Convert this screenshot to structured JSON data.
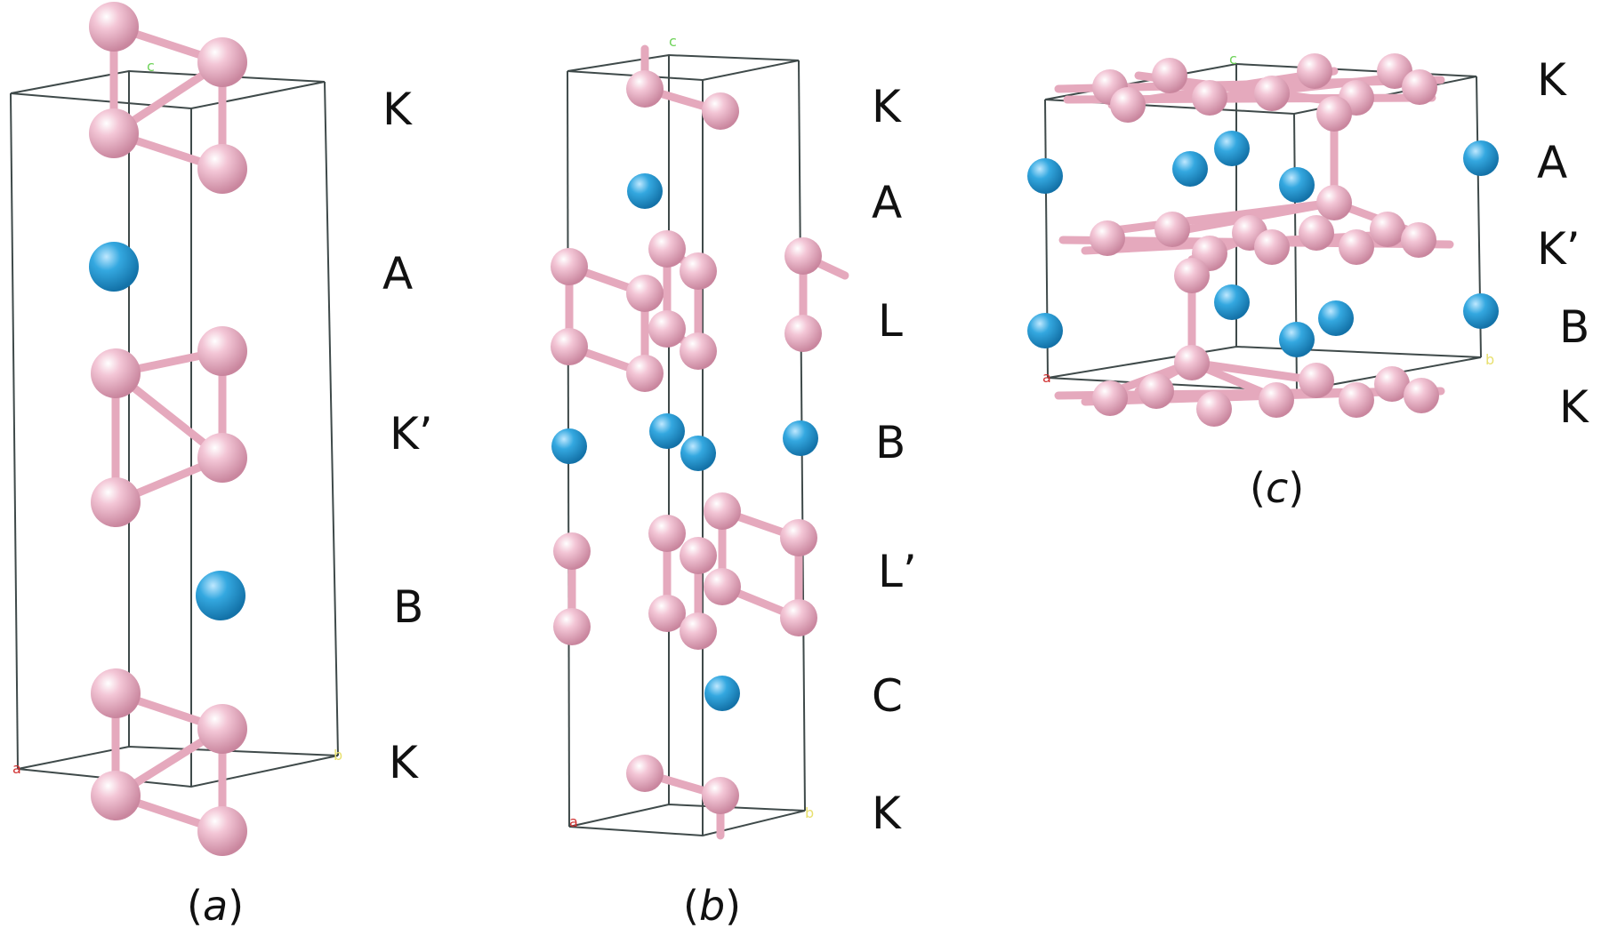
{
  "colors": {
    "boron_atom": "#eaa8c0",
    "boron_bond": "#e5a9bd",
    "metal_atom": "#2a9fd6",
    "cell_edge": "#3f4a4a"
  },
  "axis_tags": {
    "c": "c",
    "b": "b",
    "origin": "a"
  },
  "panels": {
    "a": {
      "layers": [
        "K",
        "A",
        "K’",
        "B",
        "K"
      ],
      "caption": {
        "open": "(",
        "letter": "a",
        "close": ")"
      }
    },
    "b": {
      "layers": [
        "K",
        "A",
        "L",
        "B",
        "L’",
        "C",
        "K"
      ],
      "caption": {
        "open": "(",
        "letter": "b",
        "close": ")"
      }
    },
    "c": {
      "layers": [
        "K",
        "A",
        "K’",
        "B",
        "K"
      ],
      "caption": {
        "open": "(",
        "letter": "c",
        "close": ")"
      }
    }
  }
}
